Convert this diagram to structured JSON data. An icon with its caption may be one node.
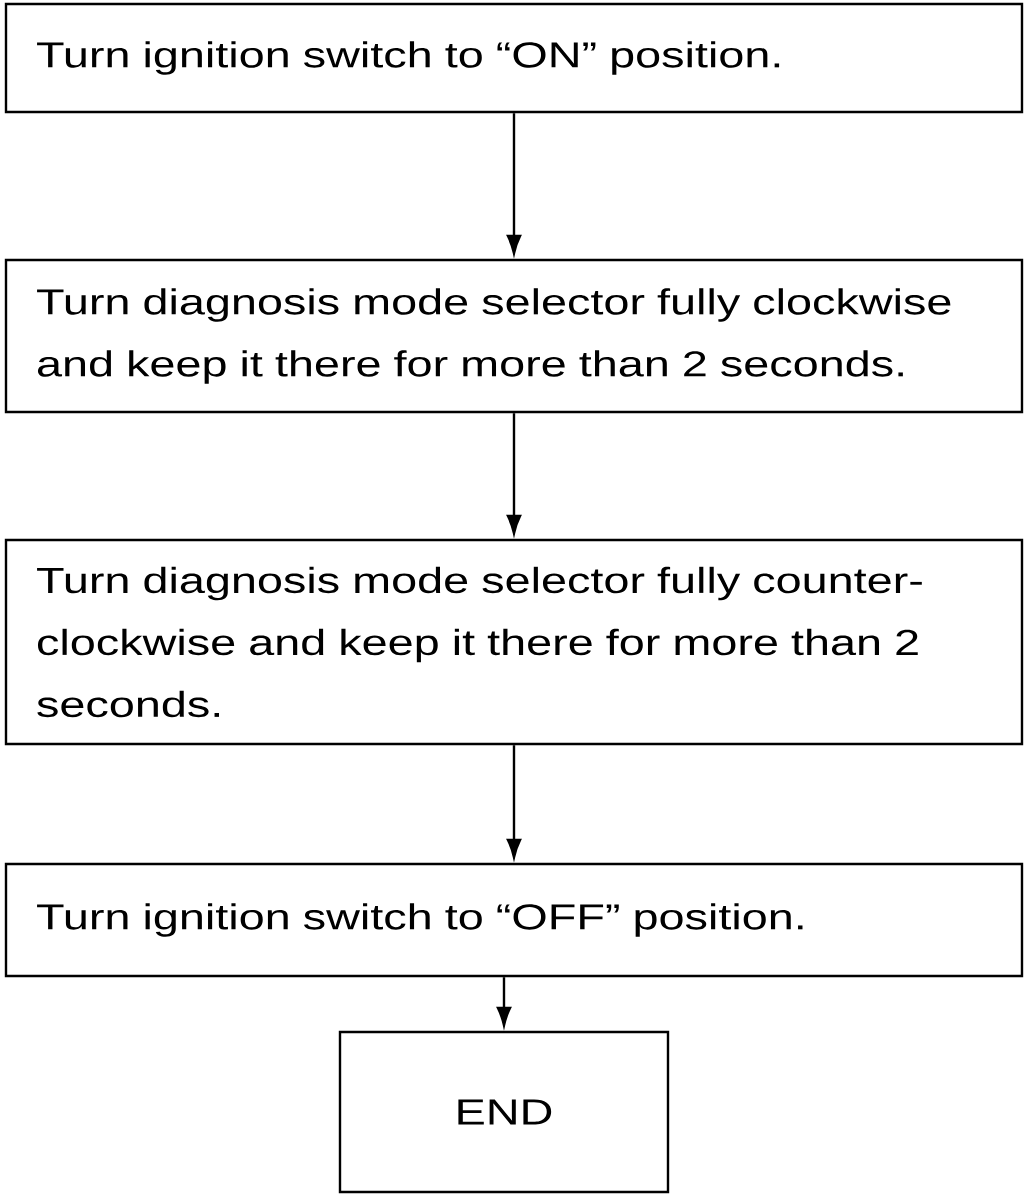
{
  "diagram": {
    "nodes": [
      {
        "text": [
          "Turn ignition switch to “ON” position."
        ]
      },
      {
        "text": [
          "Turn diagnosis mode selector fully clockwise and keep it there for more than 2 seconds."
        ]
      },
      {
        "text": [
          "Turn diagnosis mode selector fully counter-clockwise and keep it there for more than 2 seconds."
        ]
      },
      {
        "text": [
          "Turn ignition switch to “OFF” position."
        ]
      },
      {
        "text": [
          "END"
        ]
      }
    ],
    "edges": [
      {
        "from": 0,
        "to": 1,
        "arrow": "to"
      },
      {
        "from": 1,
        "to": 2,
        "arrow": "to"
      },
      {
        "from": 2,
        "to": 3,
        "arrow": "to"
      },
      {
        "from": 3,
        "to": 4,
        "arrow": "to"
      }
    ]
  }
}
